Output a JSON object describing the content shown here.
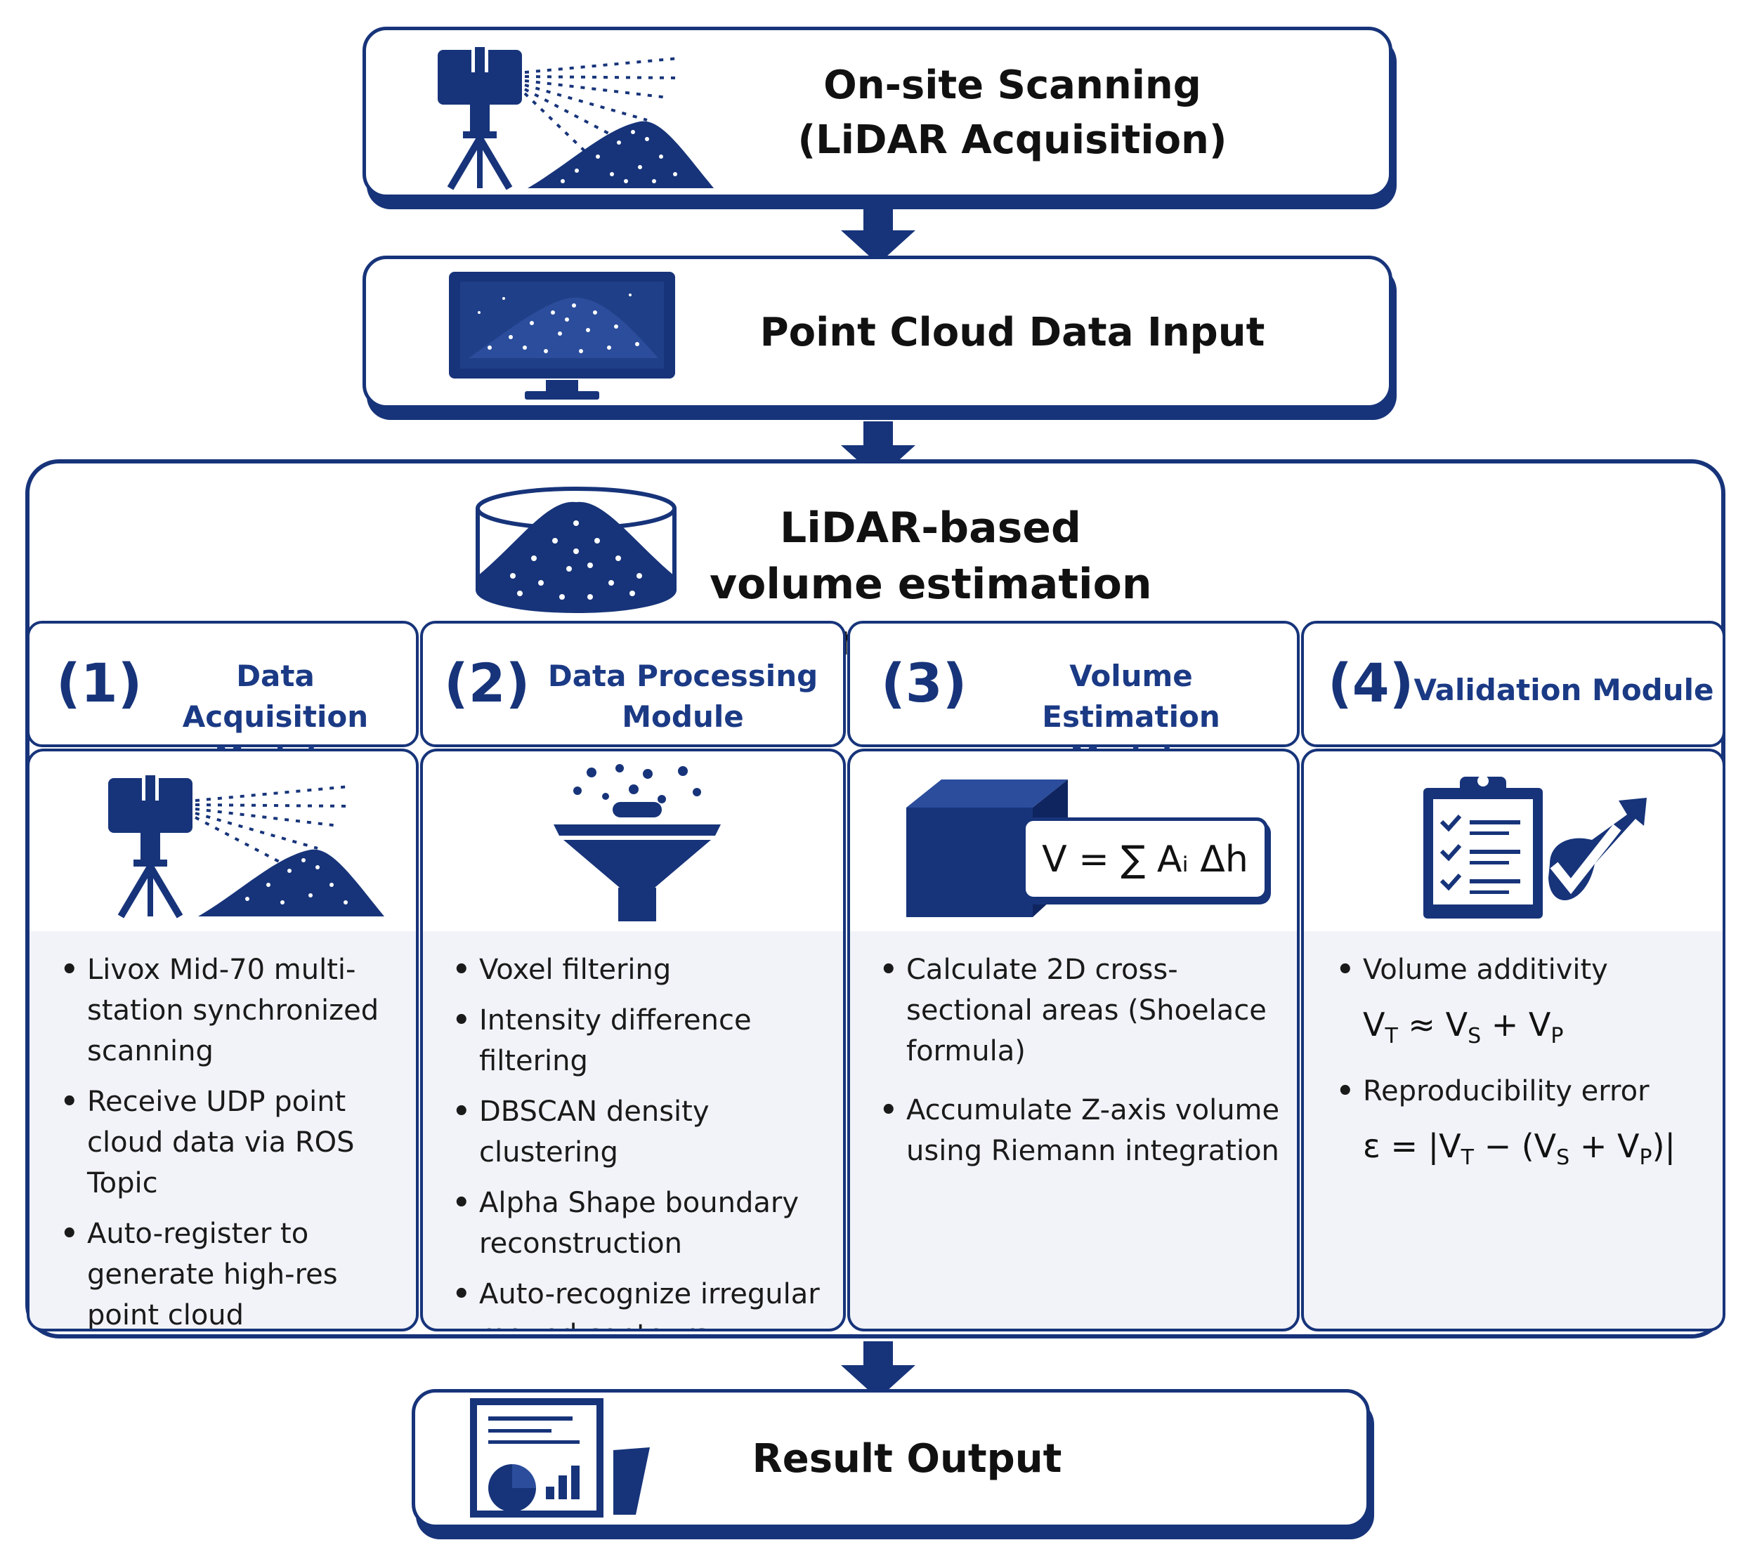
{
  "top_box": {
    "title_line1": "On-site Scanning",
    "title_line2": "(LiDAR Acquisition)"
  },
  "input_box": {
    "title": "Point Cloud Data Input"
  },
  "system": {
    "title_line1": "LiDAR-based",
    "title_line2": "volume estimation system"
  },
  "modules": [
    {
      "number": "(1)",
      "title_line1": "Data Acquisition",
      "title_line2": "Module",
      "items": [
        "Livox Mid-70 multi-station synchronized scanning",
        "Receive UDP point cloud data via ROS Topic",
        "Auto-register to generate high-res point cloud"
      ]
    },
    {
      "number": "(2)",
      "title_line1": "Data Processing",
      "title_line2": "Module",
      "items": [
        "Voxel filtering",
        "Intensity difference filtering",
        "DBSCAN density clustering",
        "Alpha Shape boundary reconstruction",
        "Auto-recognize irregular mound contours"
      ]
    },
    {
      "number": "(3)",
      "title_line1": "Volume Estimation",
      "title_line2": "Module",
      "formula": "V = ∑ Aᵢ Δh",
      "items": [
        "Calculate 2D cross-sectional areas (Shoelace formula)",
        "Accumulate Z-axis volume using Riemann integration"
      ]
    },
    {
      "number": "(4)",
      "title_line1": "Validation Module",
      "title_line2": "",
      "items": [
        "Volume additivity",
        "Reproducibility error"
      ]
    }
  ],
  "output_box": {
    "title": "Result Output"
  },
  "colors": {
    "primary": "#17347a",
    "accent": "#1b3a85",
    "panel": "#f1f3f8"
  },
  "icons": [
    "lidar-scanner-icon",
    "monitor-point-cloud-icon",
    "point-cloud-container-icon",
    "funnel-filter-icon",
    "cube-volume-icon",
    "clipboard-check-icon",
    "report-chart-icon"
  ]
}
